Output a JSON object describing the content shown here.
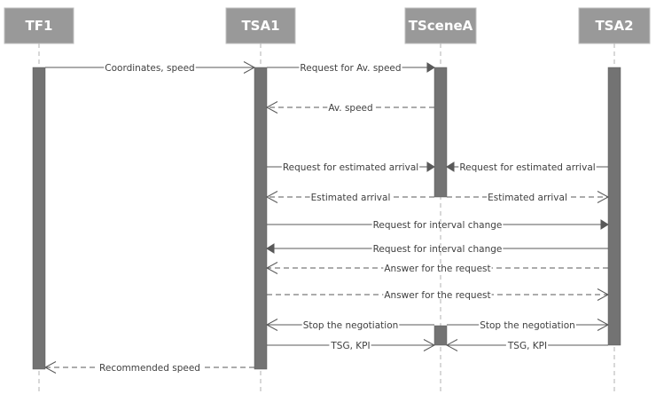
{
  "diagram": {
    "type": "sequence",
    "actors": [
      {
        "id": "tf1",
        "label": "TF1"
      },
      {
        "id": "tsa1",
        "label": "TSA1"
      },
      {
        "id": "tscenea",
        "label": "TSceneA"
      },
      {
        "id": "tsa2",
        "label": "TSA2"
      }
    ],
    "messages": [
      {
        "from": "tf1",
        "to": "tsa1",
        "label": "Coordinates, speed",
        "style": "solid",
        "arrow": "open"
      },
      {
        "from": "tsa1",
        "to": "tscenea",
        "label": "Request for Av. speed",
        "style": "solid",
        "arrow": "filled"
      },
      {
        "from": "tscenea",
        "to": "tsa1",
        "label": "Av. speed",
        "style": "dashed",
        "arrow": "open"
      },
      {
        "from": "tsa1",
        "to": "tscenea",
        "label": "Request for estimated arrival",
        "style": "solid",
        "arrow": "filled"
      },
      {
        "from": "tsa2",
        "to": "tscenea",
        "label": "Request for estimated arrival",
        "style": "solid",
        "arrow": "filled"
      },
      {
        "from": "tscenea",
        "to": "tsa1",
        "label": "Estimated arrival",
        "style": "dashed",
        "arrow": "open"
      },
      {
        "from": "tscenea",
        "to": "tsa2",
        "label": "Estimated arrival",
        "style": "dashed",
        "arrow": "open"
      },
      {
        "from": "tsa1",
        "to": "tsa2",
        "label": "Request for interval change",
        "style": "solid",
        "arrow": "filled"
      },
      {
        "from": "tsa2",
        "to": "tsa1",
        "label": "Request for interval change",
        "style": "solid",
        "arrow": "filled"
      },
      {
        "from": "tsa2",
        "to": "tsa1",
        "label": "Answer for the request",
        "style": "dashed",
        "arrow": "open"
      },
      {
        "from": "tsa1",
        "to": "tsa2",
        "label": "Answer for the request",
        "style": "dashed",
        "arrow": "open"
      },
      {
        "from": "tscenea",
        "to": "tsa1",
        "label": "Stop the negotiation",
        "style": "solid",
        "arrow": "open"
      },
      {
        "from": "tscenea",
        "to": "tsa2",
        "label": "Stop the negotiation",
        "style": "solid",
        "arrow": "open"
      },
      {
        "from": "tsa1",
        "to": "tscenea",
        "label": "TSG, KPI",
        "style": "solid",
        "arrow": "open"
      },
      {
        "from": "tsa2",
        "to": "tscenea",
        "label": "TSG, KPI",
        "style": "solid",
        "arrow": "open"
      },
      {
        "from": "tsa1",
        "to": "tf1",
        "label": "Recommended speed",
        "style": "dashed",
        "arrow": "open"
      }
    ]
  }
}
